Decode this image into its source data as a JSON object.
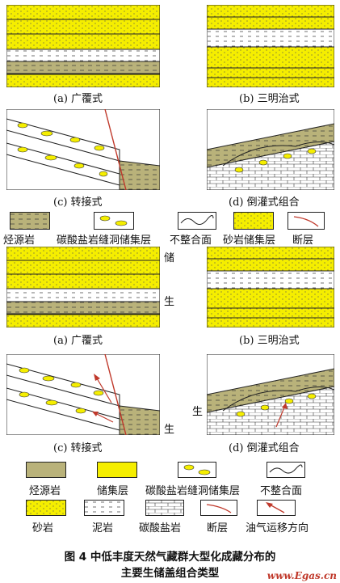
{
  "top": {
    "a": "(a) 广覆式",
    "b": "(b) 三明治式",
    "c": "(c) 转接式",
    "d": "(d) 倒灌式组合",
    "legend": [
      "烃源岩",
      "碳酸盐岩缝洞储集层",
      "不整合面",
      "砂岩储集层",
      "断层"
    ]
  },
  "bottom": {
    "a": "(a) 广覆式",
    "b": "(b) 三明治式",
    "c": "(c) 转接式",
    "d": "(d) 倒灌式组合",
    "side_chu": "储",
    "side_sheng1": "生",
    "side_sheng2": "生",
    "side_sheng3": "生",
    "legend1": [
      "烃源岩",
      "储集层",
      "碳酸盐岩缝洞储集层",
      "不整合面"
    ],
    "legend2": [
      "砂岩",
      "泥岩",
      "碳酸盐岩",
      "断层",
      "油气运移方向"
    ]
  },
  "caption": {
    "line1": "图 4   中低丰度天然气藏群大型化成藏分布的",
    "line2": "主要生储盖组合类型"
  },
  "watermark": "www.Egas.cn",
  "colors": {
    "sand": "#f5ee00",
    "source": "#b9b27a",
    "line": "#222222",
    "fault": "#c0392b"
  }
}
